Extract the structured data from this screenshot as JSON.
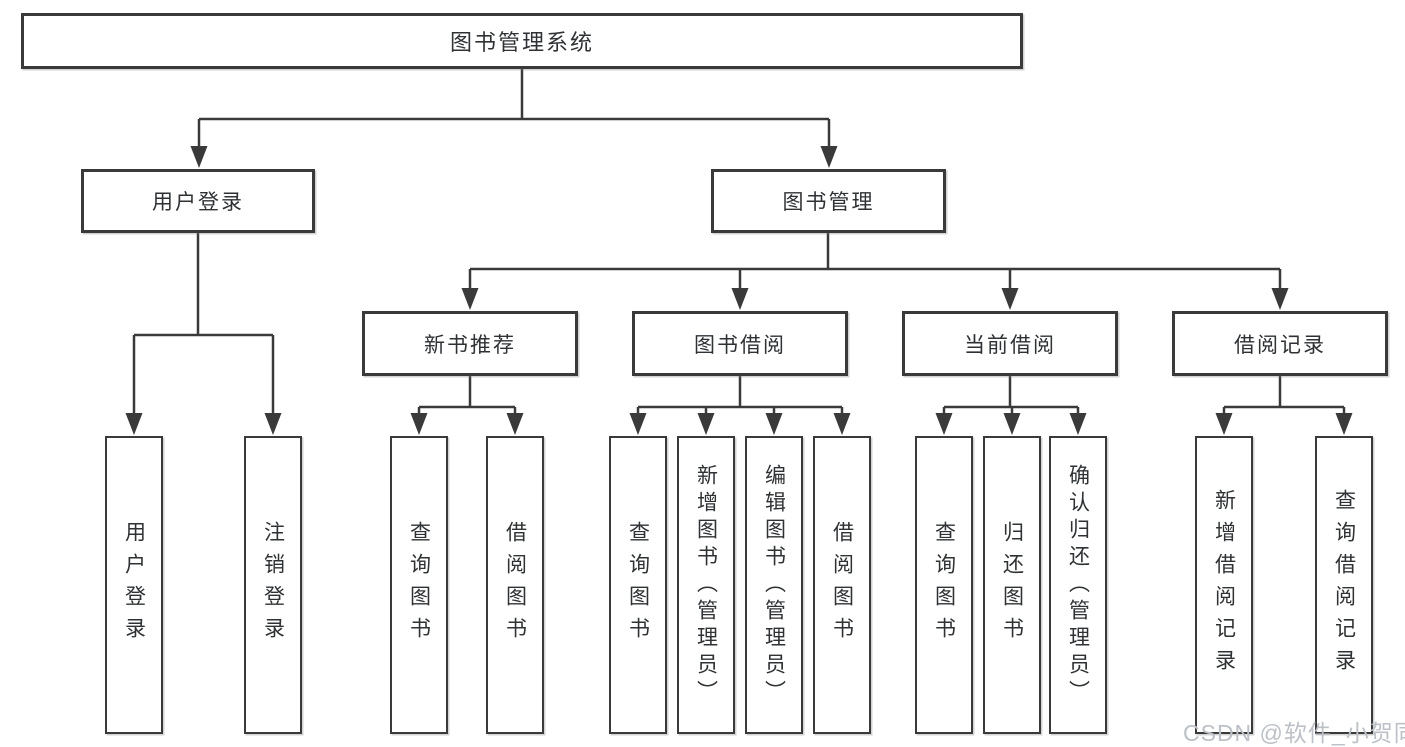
{
  "tree": {
    "label": "图书管理系统",
    "children": [
      {
        "label": "用户登录",
        "children": [
          {
            "label": "用户登录"
          },
          {
            "label": "注销登录"
          }
        ]
      },
      {
        "label": "图书管理",
        "children": [
          {
            "label": "新书推荐",
            "children": [
              {
                "label": "查询图书"
              },
              {
                "label": "借阅图书"
              }
            ]
          },
          {
            "label": "图书借阅",
            "children": [
              {
                "label": "查询图书"
              },
              {
                "label": "新增图书（管理员）"
              },
              {
                "label": "编辑图书（管理员）"
              },
              {
                "label": "借阅图书"
              }
            ]
          },
          {
            "label": "当前借阅",
            "children": [
              {
                "label": "查询图书"
              },
              {
                "label": "归还图书"
              },
              {
                "label": "确认归还（管理员）"
              }
            ]
          },
          {
            "label": "借阅记录",
            "children": [
              {
                "label": "新增借阅记录"
              },
              {
                "label": "查询借阅记录"
              }
            ]
          }
        ]
      }
    ]
  },
  "watermark": "CSDN @软件_小贺同学",
  "colors": {
    "line": "#3a3a3a",
    "box_border": "#3a3a3a",
    "text": "#2f3235",
    "background": "#ffffff",
    "watermark": "#bcc0c7"
  }
}
